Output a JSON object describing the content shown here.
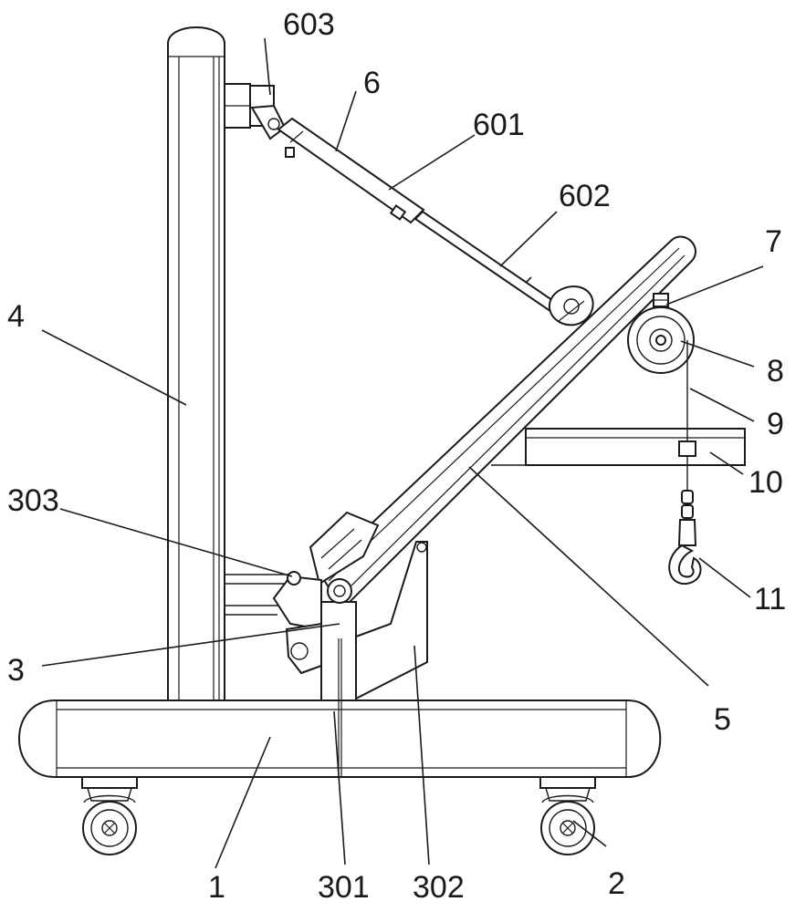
{
  "labels": {
    "l1": "1",
    "l2": "2",
    "l3": "3",
    "l301": "301",
    "l302": "302",
    "l303": "303",
    "l4": "4",
    "l5": "5",
    "l6": "6",
    "l601": "601",
    "l602": "602",
    "l603": "603",
    "l7": "7",
    "l8": "8",
    "l9": "9",
    "l10": "10",
    "l11": "11"
  },
  "colors": {
    "line": "#1a1a1a",
    "background": "#ffffff"
  }
}
